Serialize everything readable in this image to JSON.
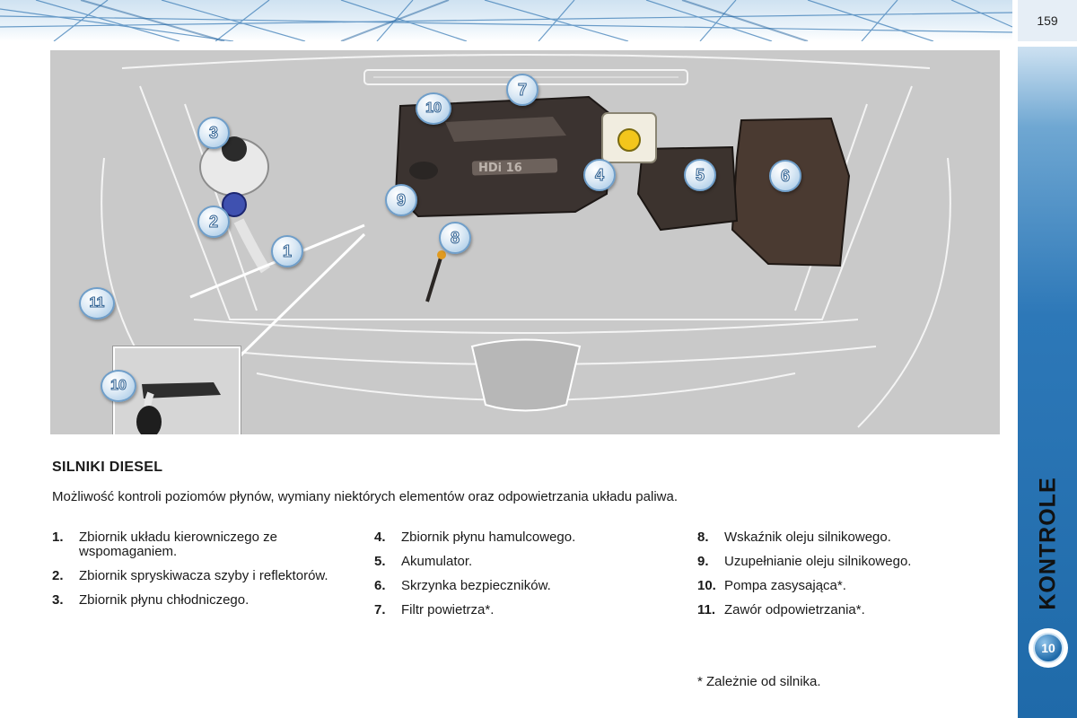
{
  "page": {
    "number": "159"
  },
  "chapter": {
    "title": "KONTROLE",
    "badge": "10"
  },
  "figure": {
    "callouts": [
      "1",
      "2",
      "3",
      "4",
      "5",
      "6",
      "7",
      "8",
      "9",
      "10",
      "11",
      "10"
    ],
    "engine_cover_text": "HDi 16"
  },
  "section": {
    "title": "SILNIKI DIESEL",
    "intro": "Możliwość kontroli poziomów płynów, wymiany niektórych elementów oraz odpowietrzania układu paliwa."
  },
  "items": [
    {
      "num": "1.",
      "text": "Zbiornik układu kierowniczego ze wspomaganiem."
    },
    {
      "num": "2.",
      "text": "Zbiornik spryskiwacza szyby i reflektorów."
    },
    {
      "num": "3.",
      "text": "Zbiornik płynu chłodniczego."
    },
    {
      "num": "4.",
      "text": "Zbiornik płynu hamulcowego."
    },
    {
      "num": "5.",
      "text": "Akumulator."
    },
    {
      "num": "6.",
      "text": "Skrzynka bezpieczników."
    },
    {
      "num": "7.",
      "text": "Filtr powietrza*."
    },
    {
      "num": "8.",
      "text": "Wskaźnik oleju silnikowego."
    },
    {
      "num": "9.",
      "text": "Uzupełnianie oleju silnikowego."
    },
    {
      "num": "10.",
      "text": "Pompa zasysająca*."
    },
    {
      "num": "11.",
      "text": "Zawór odpowietrzania*."
    }
  ],
  "footnote": "* Zależnie od silnika.",
  "colors": {
    "accent": "#1f6aa9",
    "figure_bg": "#c9c9c9"
  }
}
